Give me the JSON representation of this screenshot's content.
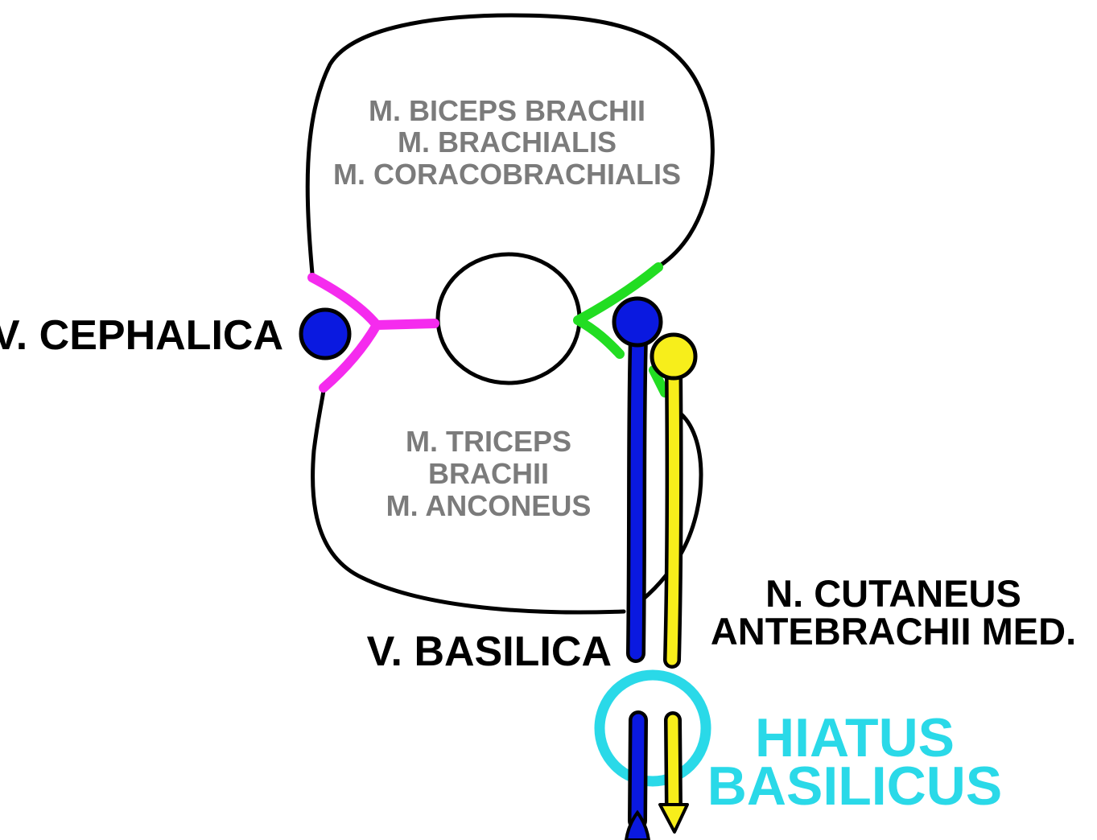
{
  "labels": {
    "flexors": [
      "M. BICEPS BRACHII",
      "M. BRACHIALIS",
      "M. CORACOBRACHIALIS"
    ],
    "extensors": [
      "M. TRICEPS",
      "BRACHII",
      "M. ANCONEUS"
    ],
    "cephalic_vein": "V. CEPHALICA",
    "basilic_vein": "V. BASILICA",
    "nerve": [
      "N. CUTANEUS",
      "ANTEBRACHII MED."
    ],
    "hiatus": [
      "HIATUS",
      "BASILICUS"
    ]
  },
  "colors": {
    "outline": "#000000",
    "muscle_text": "#7b7b7b",
    "vein": "#0a19e0",
    "nerve": "#f7ee1b",
    "lateral_septum": "#f52bee",
    "medial_septum": "#22dd22",
    "hiatus": "#2ad9e8"
  }
}
